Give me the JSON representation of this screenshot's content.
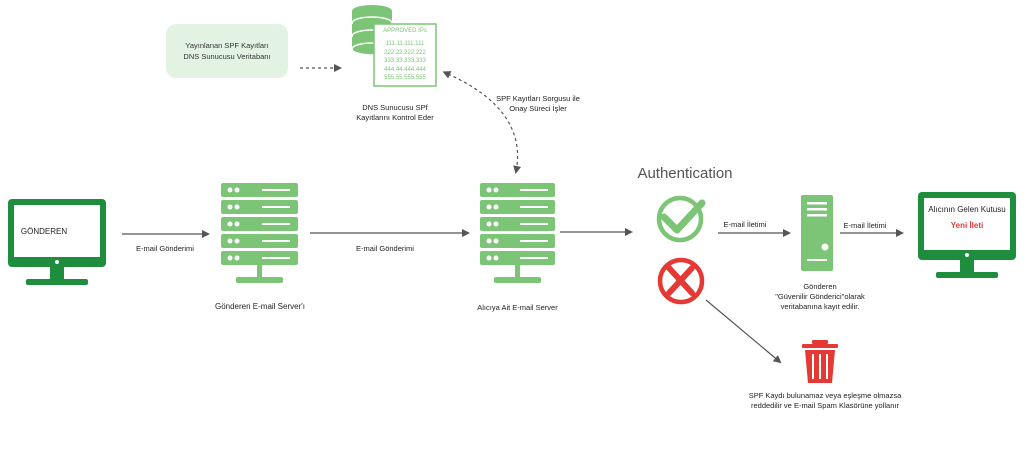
{
  "title": "Authentication",
  "dns_database": {
    "caption_line1": "Yayınlanan SPF Kayıtları",
    "caption_line2": "DNS Sunucusu Veritabanı"
  },
  "dns_server": {
    "list_header": "APPROVED IPs",
    "ips": [
      "111.11.111.111",
      "222.22.222.222",
      "333.33.333.333",
      "444.44.444.444",
      "555.55.555.555"
    ],
    "caption_line1": "DNS Sunucusu SPf",
    "caption_line2": "Kayıtlarını Kontrol Eder"
  },
  "spf_query": {
    "line1": "SPF Kayıtları Sorgusu ile",
    "line2": "Onay Süreci İşler"
  },
  "sender": {
    "screen_label": "GÖNDEREN"
  },
  "edge_sender_to_server": "E-mail Gönderimi",
  "sender_server": {
    "caption": "Gönderen E-mail Server'ı"
  },
  "edge_server_to_receiver": "E-mail Gönderimi",
  "receiver_server": {
    "caption": "Alıcıya Ait E-mail Server"
  },
  "edge_check_to_tower": "E-mail İletimi",
  "trusted_tower": {
    "caption_line1": "Gönderen",
    "caption_line2": "\"Güvenilir Gönderici\"olarak",
    "caption_line3": "veritabanına kayıt edilir."
  },
  "edge_tower_to_inbox": "E-mail İletimi",
  "inbox": {
    "title": "Alıcının Gelen Kutusu",
    "new_message": "Yeni İleti"
  },
  "rejection": {
    "caption_line1": "SPF Kaydı bulunamaz veya eşleşme olmazsa",
    "caption_line2": "reddedilir ve E-mail Spam Klasörüne yollanır"
  },
  "colors": {
    "green_light": "#7cc576",
    "green_dark": "#2e8b2e",
    "monitor_green": "#1e8e3e",
    "red": "#e53935",
    "callout_bg": "#e3f3e3",
    "new_message": "#e53935"
  }
}
